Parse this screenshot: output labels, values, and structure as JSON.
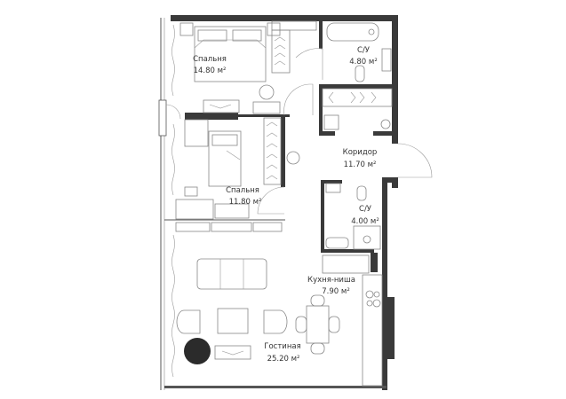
{
  "plan": {
    "rooms": [
      {
        "name": "Спальня",
        "area": "14.80 м²"
      },
      {
        "name": "С/У",
        "area": "4.80 м²"
      },
      {
        "name": "Коридор",
        "area": "11.70 м²"
      },
      {
        "name": "Спальня",
        "area": "11.80 м²"
      },
      {
        "name": "С/У",
        "area": "4.00 м²"
      },
      {
        "name": "Кухня-ниша",
        "area": "7.90 м²"
      },
      {
        "name": "Гостиная",
        "area": "25.20 м²"
      }
    ],
    "colors": {
      "wall": "#3a3a3a",
      "furniture": "#888888",
      "accent": "#2b2b2b"
    }
  }
}
